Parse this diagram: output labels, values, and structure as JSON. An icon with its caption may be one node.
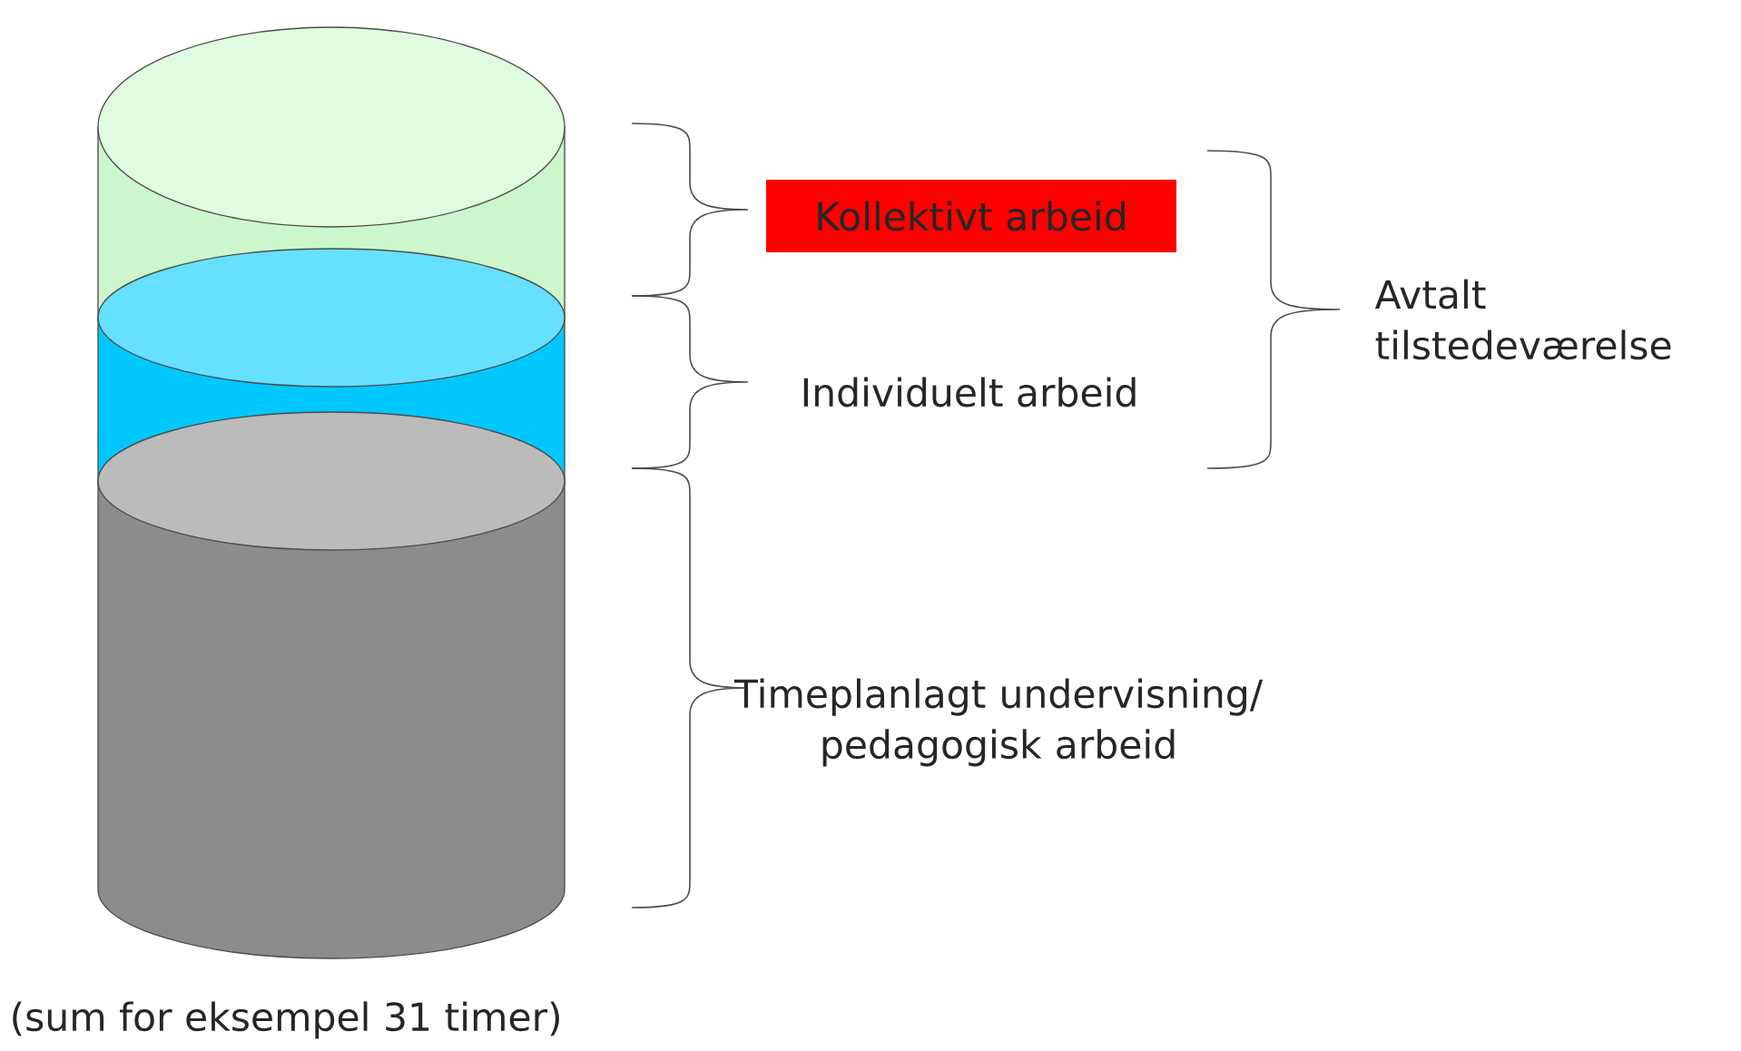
{
  "diagram": {
    "nodes": [
      {
        "text": [
          "Kollektivt arbeid"
        ]
      }
    ],
    "labels": [
      "Individuelt arbeid",
      "Timeplanlagt undervisning/ pedagogisk arbeid",
      "Avtalt tilstedeværelse",
      "(sum for eksempel 31 timer)"
    ]
  }
}
